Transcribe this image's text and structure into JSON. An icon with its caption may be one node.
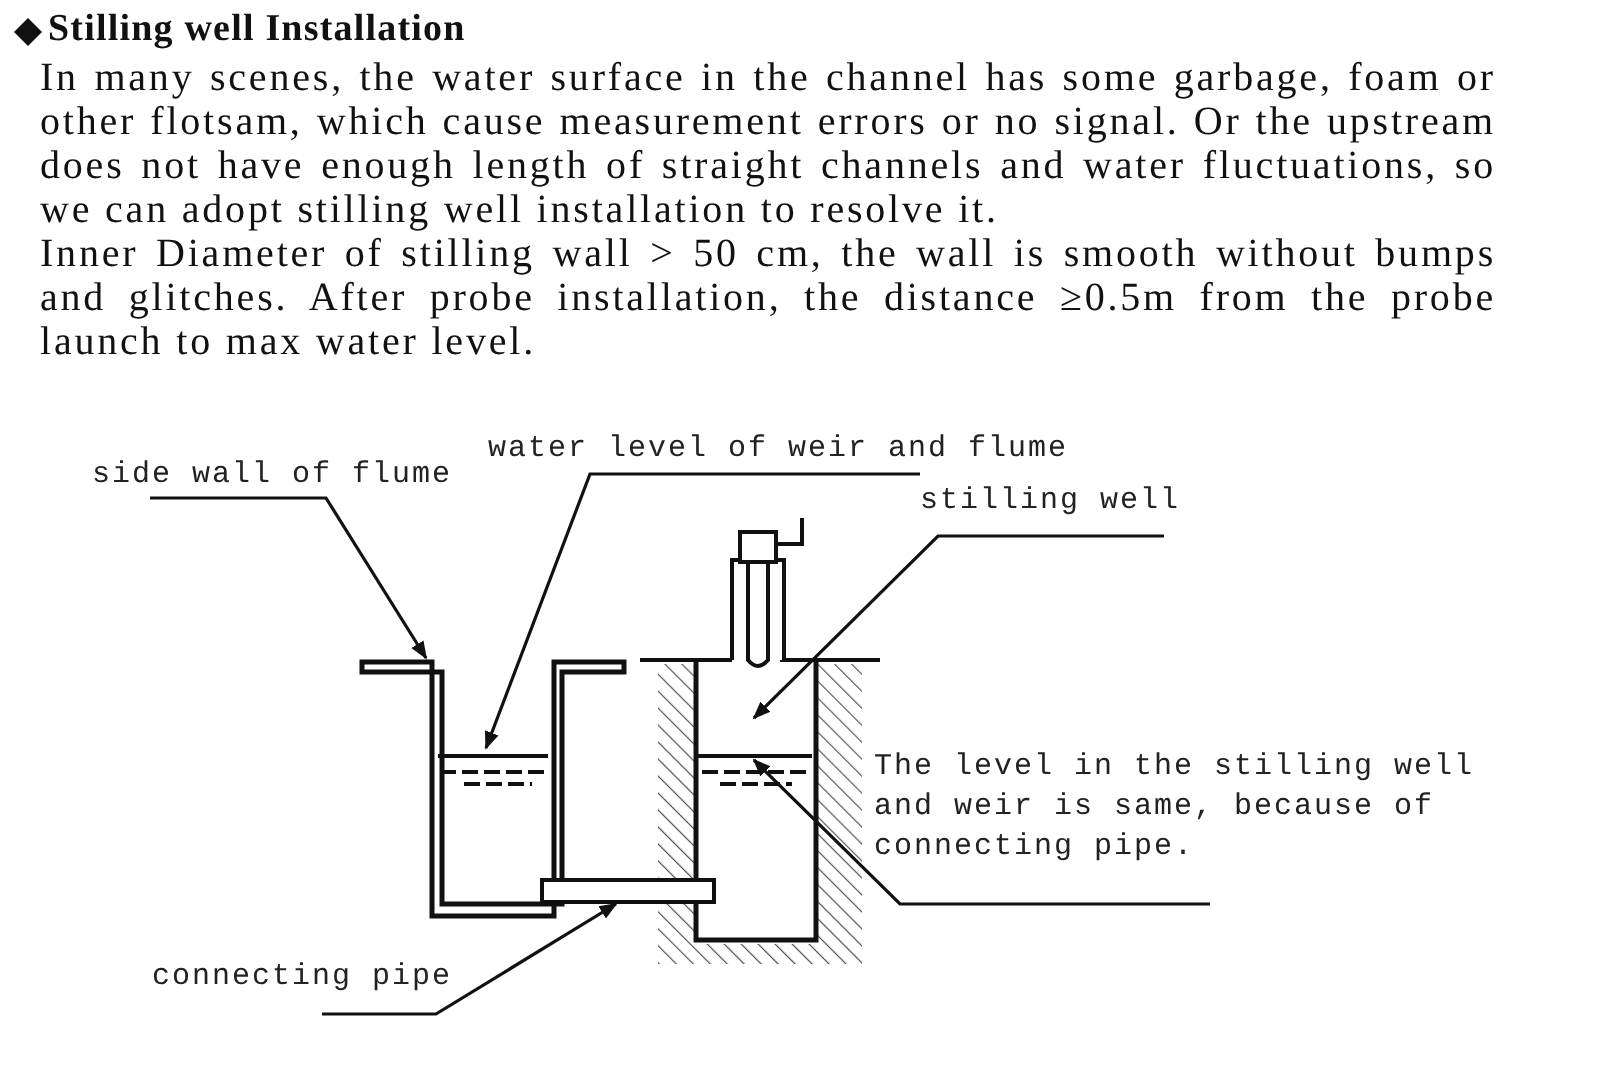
{
  "diagram": {
    "title": "Stilling well Installation",
    "nodes": [
      {
        "text": [
          "side wall of flume"
        ]
      },
      {
        "text": [
          "water level of weir and flume"
        ]
      },
      {
        "text": [
          "stilling well"
        ]
      },
      {
        "text": [
          "The level in the stilling well and weir is same, because of connecting pipe."
        ]
      },
      {
        "text": [
          "connecting pipe"
        ]
      },
      {
        "text": [],
        "shape": "box"
      },
      {
        "text": [],
        "shape": "line"
      },
      {
        "text": [],
        "shape": "box"
      },
      {
        "text": [],
        "shape": "line",
        "in": 7
      },
      {
        "text": [],
        "shape": "bar"
      }
    ],
    "edges": [
      {
        "from": 0,
        "to": 5,
        "arrow": "to"
      },
      {
        "from": 1,
        "to": 6,
        "arrow": "to"
      },
      {
        "from": 2,
        "to": 7,
        "arrow": "to"
      },
      {
        "from": 3,
        "to": 8,
        "arrow": "to"
      },
      {
        "from": 4,
        "to": 9,
        "arrow": "to"
      }
    ],
    "labels": [
      "In many scenes, the water surface in the channel has some garbage, foam or other flotsam, which cause measurement errors or no signal. Or the upstream does not have enough length of straight channels and water fluctuations, so we can adopt stilling well installation to resolve it.",
      "Inner Diameter of stilling wall > 50 cm, the wall is smooth without bumps and glitches. After probe installation, the distance ≥0.5m from the probe launch to max water level."
    ]
  }
}
